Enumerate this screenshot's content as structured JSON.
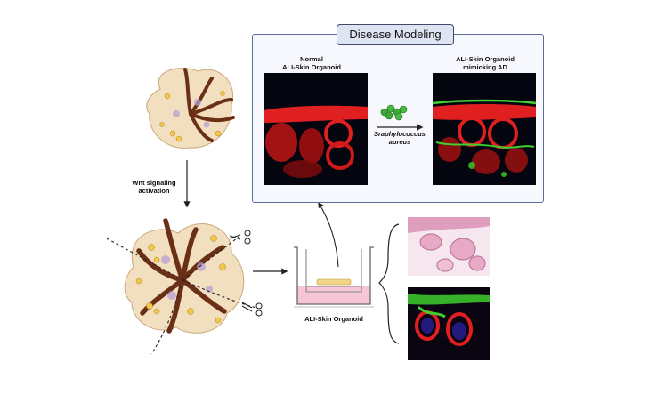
{
  "panel": {
    "title": "Disease Modeling",
    "normal_label_line1": "Normal",
    "normal_label_line2": "ALI-Skin Organoid",
    "ad_label_line1": "ALI-Skin Organoid",
    "ad_label_line2": "mimicking AD",
    "bacteria_label_line1": "Sraphylococcus",
    "bacteria_label_line2": "aureus"
  },
  "wnt_label_line1": "Wnt signaling",
  "wnt_label_line2": "activation",
  "ali_label": "ALI-Skin Organoid",
  "colors": {
    "panel_border": "#5b6e9a",
    "title_fill": "#dfe4f2",
    "organoid_fill": "#f1dfc0",
    "hair": "#6b2f16",
    "stain_red": "#e02020",
    "stain_green": "#3fcf2f",
    "he_pink": "#e7a9c6"
  }
}
